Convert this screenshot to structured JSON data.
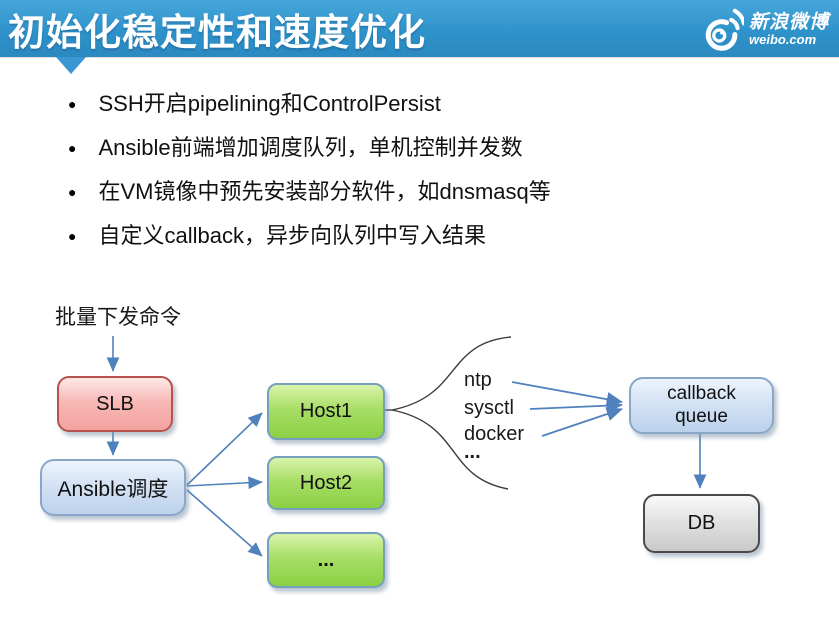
{
  "slide": {
    "title": "初始化稳定性和速度优化",
    "bullet_glyph": "●",
    "bullets": [
      "SSH开启pipelining和ControlPersist",
      "Ansible前端增加调度队列，单机控制并发数",
      "在VM镜像中预先安装部分软件，如dnsmasq等",
      "自定义callback，异步向队列中写入结果"
    ]
  },
  "logo": {
    "brand": "新浪微博",
    "domain": "weibo.com",
    "icon": "weibo-eye-icon"
  },
  "diagram": {
    "flow_label": "批量下发命令",
    "nodes": {
      "slb": {
        "label": "SLB"
      },
      "ansible": {
        "label": "Ansible调度"
      },
      "host1": {
        "label": "Host1"
      },
      "host2": {
        "label": "Host2"
      },
      "host_more": {
        "label": "..."
      },
      "callback": {
        "label": "callback queue"
      },
      "db": {
        "label": "DB"
      }
    },
    "brace_items": [
      "ntp",
      "sysctl",
      "docker",
      "..."
    ]
  },
  "colors": {
    "header_blue": "#3398cf",
    "arrow_blue": "#4f81bd",
    "slb_fill": "#f3a29f",
    "slb_border": "#b5534f",
    "blue_fill": "#cfe0f3",
    "blue_border": "#8ba7c7",
    "green_fill": "#8bd043",
    "green_border": "#74a0bd",
    "gray_fill": "#d9d9d9",
    "gray_border": "#4a4a4a"
  }
}
